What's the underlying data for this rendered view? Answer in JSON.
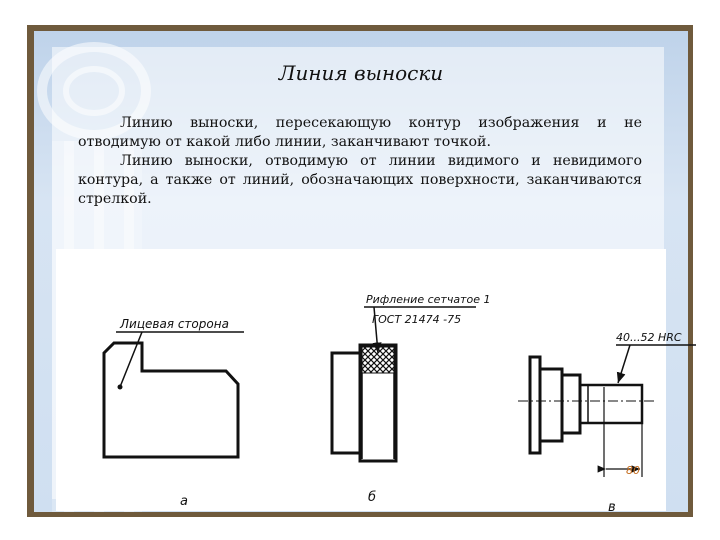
{
  "slide": {
    "title": "Линия выноски",
    "paragraph1": "Линию выноски, пересекающую контур изображения и не отводимую от какой либо линии, заканчивают точкой.",
    "paragraph2": "Линию выноски, отводимую от линии видимого и невидимого контура, а также от линий, обозначающих поверхности, заканчиваются стрелкой.",
    "page_number": "80"
  },
  "figure": {
    "a": {
      "label": "Лицевая сторона",
      "caption": "а"
    },
    "b": {
      "label_line1": "Рифление сетчатое 1",
      "label_line2": "ГОСТ 21474 -75",
      "caption": "б"
    },
    "c": {
      "label": "40...52 HRC",
      "caption": "в"
    }
  }
}
